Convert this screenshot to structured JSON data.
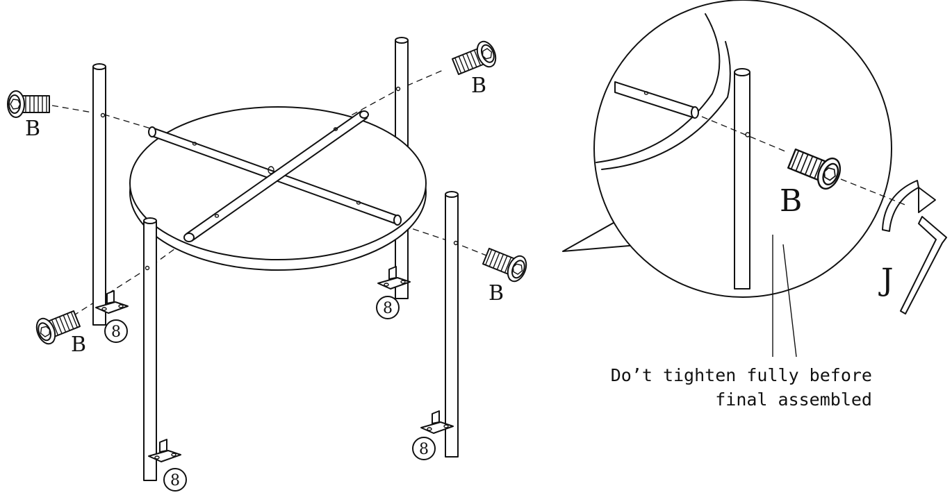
{
  "labels": {
    "screw": "B",
    "tool": "J",
    "foot_cap": "8"
  },
  "note": {
    "line1": "Do’t tighten fully before",
    "line2": "final assembled"
  }
}
